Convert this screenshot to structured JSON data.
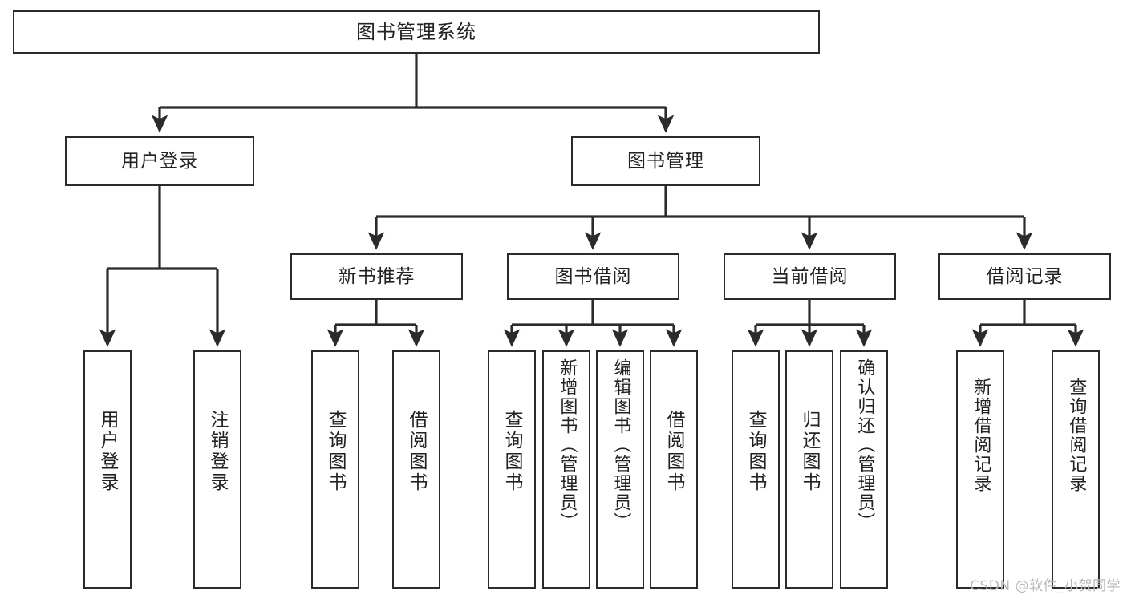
{
  "diagram": {
    "type": "tree",
    "title": "图书管理系统",
    "watermark": "CSDN @软件_小贺同学",
    "colors": {
      "background": "#ffffff",
      "stroke": "#2b2b2b",
      "text": "#222222",
      "watermark": "#b9b9b9"
    },
    "nodes": {
      "root": {
        "label": "图书管理系统"
      },
      "level2": [
        {
          "id": "user-login",
          "label": "用户登录"
        },
        {
          "id": "book-manage",
          "label": "图书管理"
        }
      ],
      "level3": [
        {
          "id": "new-book-recommend",
          "label": "新书推荐"
        },
        {
          "id": "book-borrow",
          "label": "图书借阅"
        },
        {
          "id": "current-borrow",
          "label": "当前借阅"
        },
        {
          "id": "borrow-record",
          "label": "借阅记录"
        }
      ],
      "leaves": {
        "user-login": [
          {
            "id": "leaf-user-login",
            "label": "用户登录"
          },
          {
            "id": "leaf-logout-login",
            "label": "注销登录"
          }
        ],
        "new-book-recommend": [
          {
            "id": "leaf-query-book-1",
            "label": "查询图书"
          },
          {
            "id": "leaf-borrow-book-1",
            "label": "借阅图书"
          }
        ],
        "book-borrow": [
          {
            "id": "leaf-query-book-2",
            "label": "查询图书"
          },
          {
            "id": "leaf-add-book-admin",
            "label": "新增图书（管理员）"
          },
          {
            "id": "leaf-edit-book-admin",
            "label": "编辑图书（管理员）"
          },
          {
            "id": "leaf-borrow-book-2",
            "label": "借阅图书"
          }
        ],
        "current-borrow": [
          {
            "id": "leaf-query-book-3",
            "label": "查询图书"
          },
          {
            "id": "leaf-return-book",
            "label": "归还图书"
          },
          {
            "id": "leaf-confirm-return-admin",
            "label": "确认归还（管理员）"
          }
        ],
        "borrow-record": [
          {
            "id": "leaf-add-borrow-record",
            "label": "新增借阅记录"
          },
          {
            "id": "leaf-query-borrow-record",
            "label": "查询借阅记录"
          }
        ]
      }
    }
  }
}
